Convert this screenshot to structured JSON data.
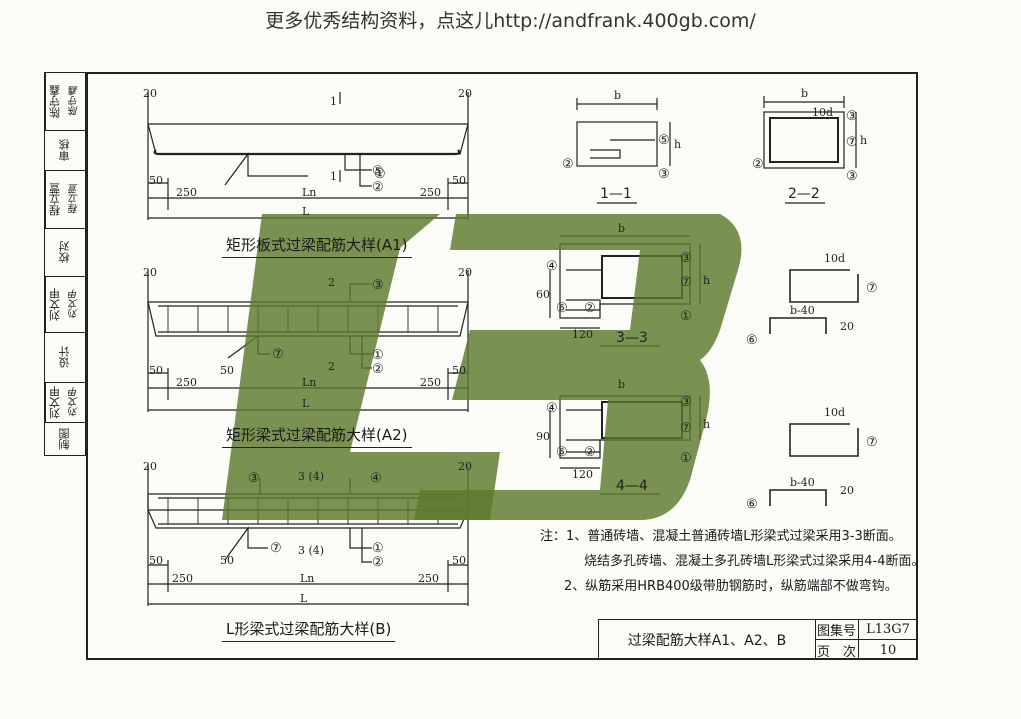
{
  "banner": "更多优秀结构资料，点这儿http://andfrank.400gb.com/",
  "sidebar": [
    {
      "label": "陈守鑫",
      "sig": "陈守鑫"
    },
    {
      "label": "审核",
      "sig": ""
    },
    {
      "label": "程立萱",
      "sig": "程立萱"
    },
    {
      "label": "校对",
      "sig": ""
    },
    {
      "label": "刘文甲",
      "sig": "刘文甲"
    },
    {
      "label": "设计",
      "sig": ""
    },
    {
      "label": "刘文甲",
      "sig": "刘文甲"
    },
    {
      "label": "制图",
      "sig": ""
    }
  ],
  "captions": {
    "a1": "矩形板式过梁配筋大样(A1)",
    "a2": "矩形梁式过梁配筋大样(A2)",
    "b": "L形梁式过梁配筋大样(B)"
  },
  "dims": {
    "d20": "20",
    "d50": "50",
    "d250": "250",
    "ln": "Ln",
    "l": "L",
    "sec1": "1",
    "sec2": "2",
    "sec34": "3 (4)",
    "b": "b",
    "h": "h",
    "d10": "10d",
    "b40": "b-40",
    "d60": "60",
    "d90": "90",
    "d120": "120"
  },
  "markers": {
    "m1": "①",
    "m2": "②",
    "m3": "③",
    "m4": "④",
    "m5": "⑤",
    "m6": "⑥",
    "m7": "⑦"
  },
  "section_labels": {
    "s11": "1—1",
    "s22": "2—2",
    "s33": "3—3",
    "s44": "4—4"
  },
  "notes": [
    "注：1、普通砖墙、混凝土普通砖墙L形梁式过梁采用3-3断面。",
    "烧结多孔砖墙、混凝土多孔砖墙L形梁式过梁采用4-4断面。",
    "2、纵筋采用HRB400级带肋钢筋时，纵筋端部不做弯钩。"
  ],
  "titleblock": {
    "title": "过梁配筋大样A1、A2、B",
    "atlas_label": "图集号",
    "atlas_value": "L13G7",
    "page_label": "页　次",
    "page_value": "10"
  },
  "watermark": {
    "color": "#5b7a2c"
  }
}
